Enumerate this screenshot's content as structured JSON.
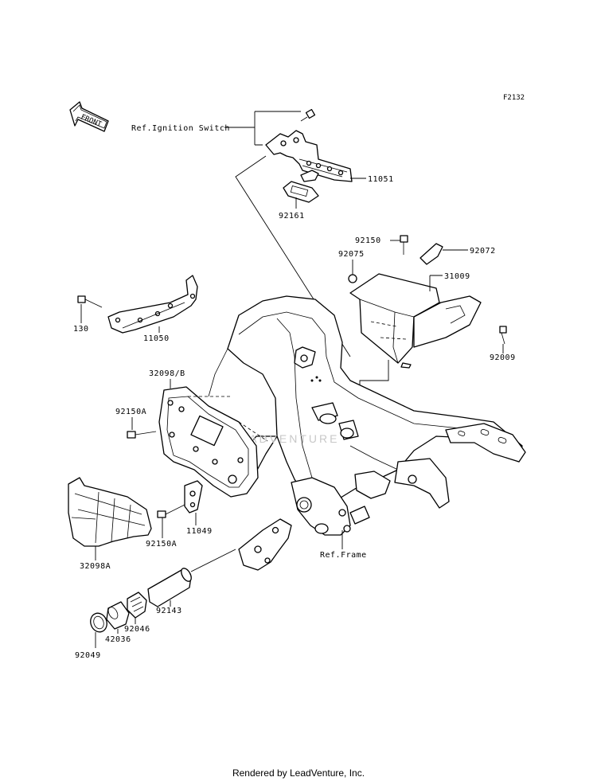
{
  "diagram_code": "F2132",
  "front_label": "FRONT",
  "watermark": "LEADVENTURE",
  "footer": "Rendered by LeadVenture, Inc.",
  "labels": {
    "ref_ignition": "Ref.Ignition Switch",
    "p11051": "11051",
    "p92161": "92161",
    "p92150": "92150",
    "p92075": "92075",
    "p92072": "92072",
    "p31009": "31009",
    "p92009": "92009",
    "p130": "130",
    "p11050": "11050",
    "p32098b": "32098/B",
    "p92150a_top": "92150A",
    "p11049": "11049",
    "p92150a_bot": "92150A",
    "p32098a": "32098A",
    "ref_frame": "Ref.Frame",
    "p92143": "92143",
    "p92046": "92046",
    "p42036": "42036",
    "p92049": "92049"
  }
}
